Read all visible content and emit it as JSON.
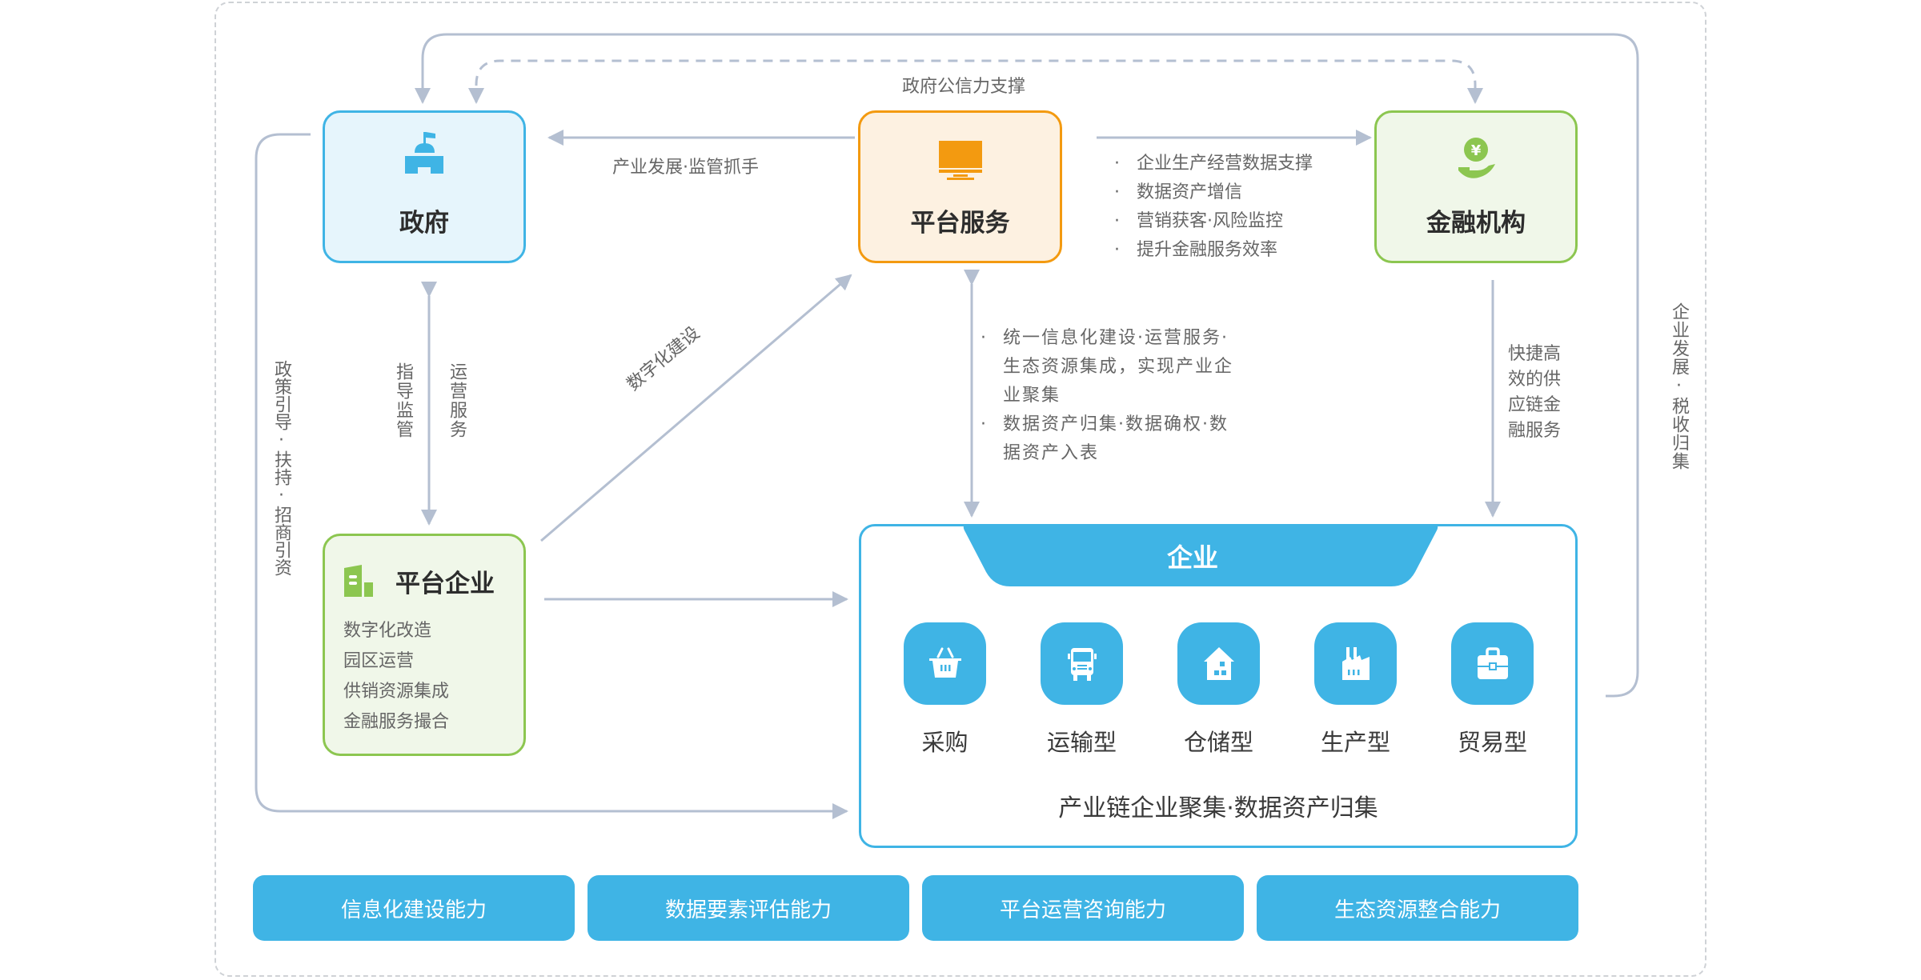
{
  "nodes": {
    "government": {
      "title": "政府",
      "icon": "government-building-icon",
      "color": "#3fb4e5"
    },
    "platform_service": {
      "title": "平台服务",
      "icon": "monitor-icon",
      "color": "#f39a10"
    },
    "financial_institution": {
      "title": "金融机构",
      "icon": "yen-hand-icon",
      "color": "#8cc650"
    },
    "platform_enterprise": {
      "title": "平台企业",
      "icon": "office-building-icon",
      "color": "#8cc650",
      "items": [
        "数字化改造",
        "园区运营",
        "供销资源集成",
        "金融服务撮合"
      ]
    },
    "enterprise": {
      "title": "企业",
      "color": "#3fb4e5",
      "types": [
        {
          "label": "采购",
          "icon": "shopping-basket-icon"
        },
        {
          "label": "运输型",
          "icon": "truck-icon"
        },
        {
          "label": "仓储型",
          "icon": "warehouse-house-icon"
        },
        {
          "label": "生产型",
          "icon": "factory-icon"
        },
        {
          "label": "贸易型",
          "icon": "briefcase-icon"
        }
      ],
      "caption": "产业链企业聚集·数据资产归集"
    }
  },
  "edges": {
    "gov_credit_support": "政府公信力支撑",
    "industry_dev_supervision": "产业发展·监管抓手",
    "service_to_finance": [
      "企业生产经营数据支撑",
      "数据资产增信",
      "营销获客·风险监控",
      "提升金融服务效率"
    ],
    "guidance_supervision": "指导监管",
    "operation_service": "运营服务",
    "policy_support": "政策引导·扶持·招商引资",
    "digital_construction": "数字化建设",
    "service_to_enterprise": [
      "统一信息化建设·运营服务·生态资源集成，实现产业企业聚集",
      "数据资产归集·数据确权·数据资产入表"
    ],
    "supply_chain_finance": "快捷高效的供应链金融服务",
    "enterprise_dev_tax": "企业发展·税收归集"
  },
  "capabilities": [
    "信息化建设能力",
    "数据要素评估能力",
    "平台运营咨询能力",
    "生态资源整合能力"
  ],
  "colors": {
    "line": "#b4bfd1",
    "dashed_border": "#cfd2d6",
    "text": "#666666"
  }
}
